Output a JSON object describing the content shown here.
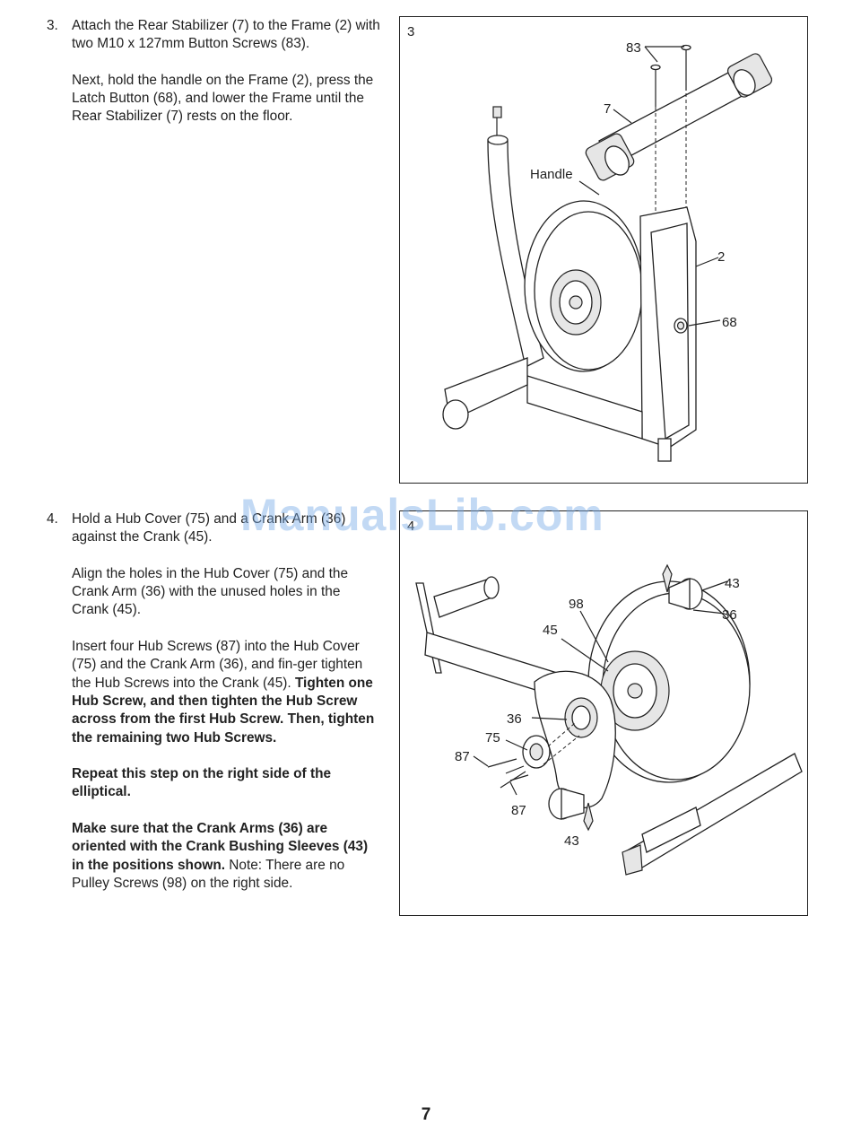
{
  "step3": {
    "number": "3.",
    "paragraph1": "Attach the Rear Stabilizer (7) to the Frame (2) with two M10 x 127mm Button Screws (83).",
    "paragraph2": "Next, hold the handle on the Frame (2), press the Latch Button (68), and lower the Frame until the Rear Stabilizer (7) rests on the floor.",
    "figure": {
      "label": "3",
      "callouts": {
        "c83": "83",
        "c7": "7",
        "handle": "Handle",
        "c2": "2",
        "c68": "68"
      }
    }
  },
  "step4": {
    "number": "4.",
    "paragraph1": "Hold a Hub Cover (75) and a Crank Arm (36) against the Crank (45).",
    "paragraph2": "Align the holes in the Hub Cover (75) and the Crank Arm (36) with the unused holes in the Crank (45).",
    "paragraph3_plain": "Insert four Hub Screws (87) into the Hub Cover (75) and the Crank Arm (36), and fin-ger tighten the Hub Screws into the Crank (45). ",
    "paragraph3_bold": "Tighten one Hub Screw, and then tighten the Hub Screw across from the first Hub Screw. Then, tighten the remaining two Hub Screws.",
    "paragraph4_bold": "Repeat this step on the right side of the elliptical.",
    "paragraph5_bold": "Make sure that the Crank Arms (36) are oriented with the Crank Bushing Sleeves (43) in the positions shown.",
    "paragraph5_plain": " Note: There are no Pulley Screws (98) on the right side.",
    "figure": {
      "label": "4",
      "callouts": {
        "c43a": "43",
        "c36a": "36",
        "c98": "98",
        "c45": "45",
        "c36b": "36",
        "c75": "75",
        "c87a": "87",
        "c87b": "87",
        "c43b": "43"
      }
    }
  },
  "watermark": "ManualsLib.com",
  "page_number": "7"
}
